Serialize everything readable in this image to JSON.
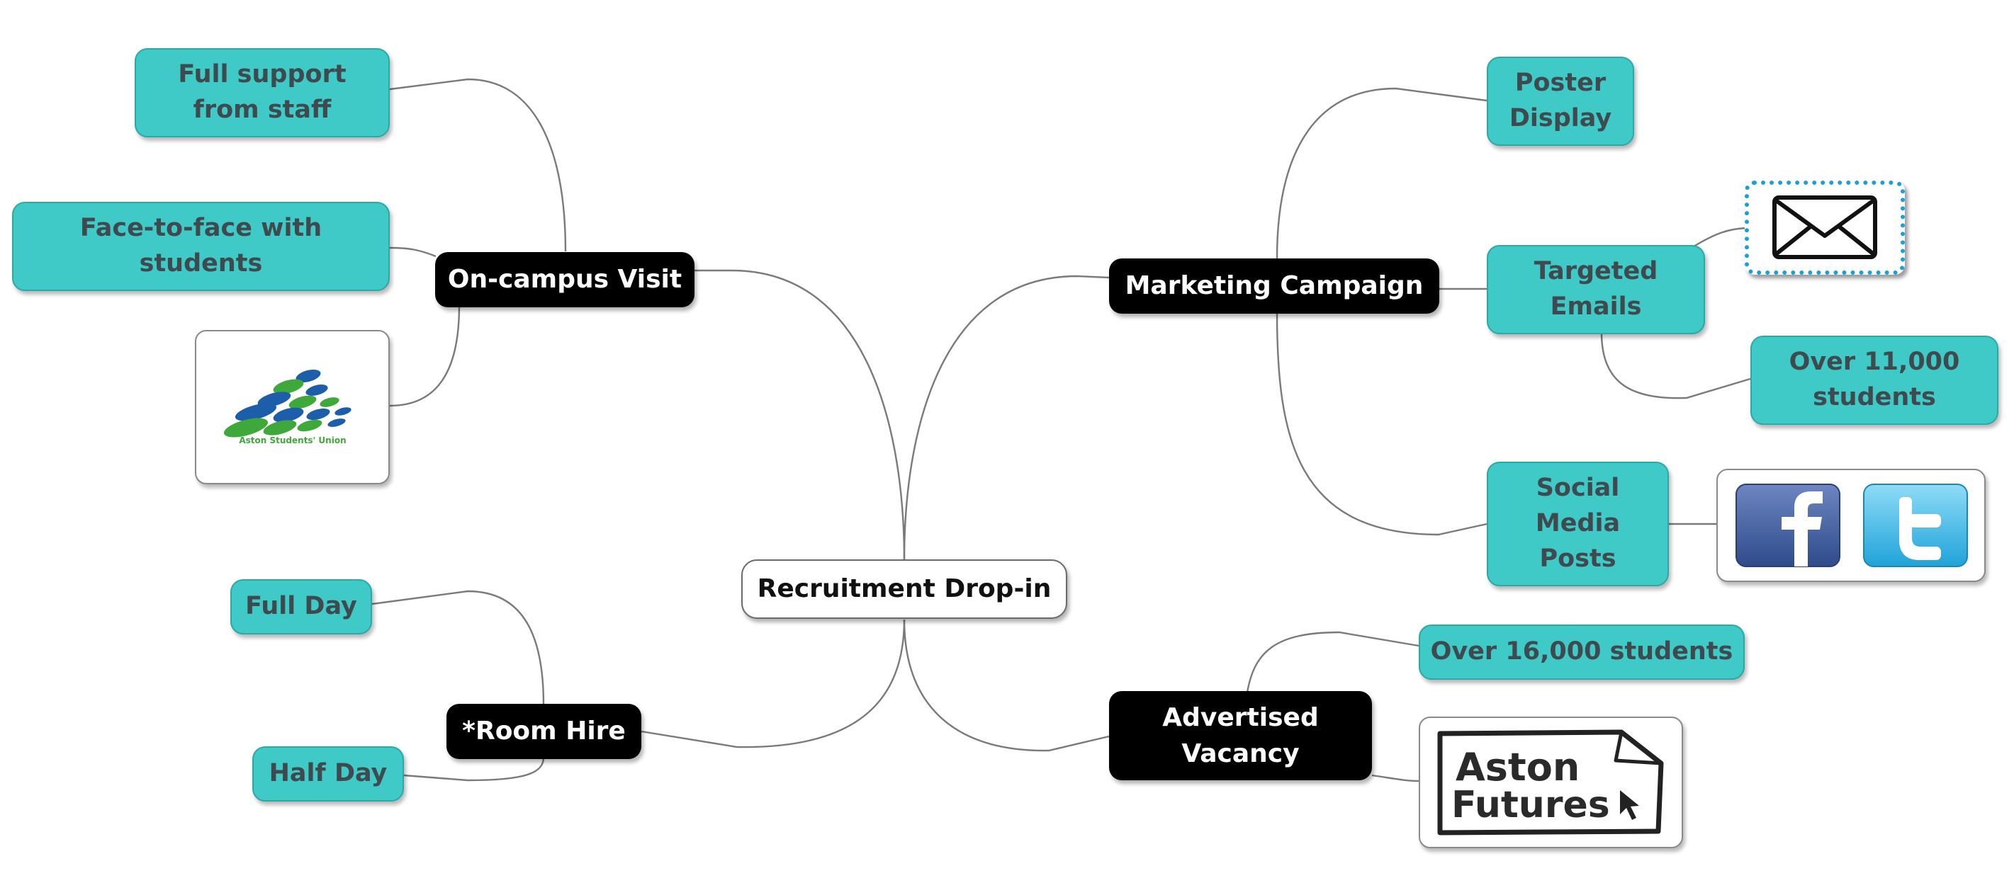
{
  "root": {
    "label": "Recruitment Drop-in"
  },
  "branches": {
    "on_campus": {
      "label": "On-campus Visit",
      "children": {
        "staff": "Full support\nfrom staff",
        "face": "Face-to-face with\nstudents",
        "logo_text": "Aston Students' Union"
      }
    },
    "room_hire": {
      "label": "*Room Hire",
      "children": {
        "full_day": "Full Day",
        "half_day": "Half Day"
      }
    },
    "marketing": {
      "label": "Marketing Campaign",
      "children": {
        "poster": "Poster\nDisplay",
        "emails": "Targeted\nEmails",
        "students_11k": "Over 11,000\nstudents",
        "social": "Social\nMedia\nPosts"
      }
    },
    "vacancy": {
      "label": "Advertised\nVacancy",
      "children": {
        "students_16k": "Over 16,000 students",
        "logo_text_1": "Aston",
        "logo_text_2": "Futures"
      }
    }
  },
  "icons": [
    "envelope-icon",
    "facebook-icon",
    "twitter-icon",
    "aston-students-union-logo",
    "aston-futures-logo"
  ],
  "colors": {
    "leaf_fill": "#3fc9c7",
    "leaf_text": "#3f4a4f",
    "main_fill": "#000000",
    "root_fill": "#ffffff",
    "link": "#7a7a7a",
    "email_frame": "#1aa0d8",
    "facebook": "#3b5998",
    "twitter": "#33b5e5",
    "union_blue": "#1d5eaa",
    "union_green": "#3fa83a"
  }
}
